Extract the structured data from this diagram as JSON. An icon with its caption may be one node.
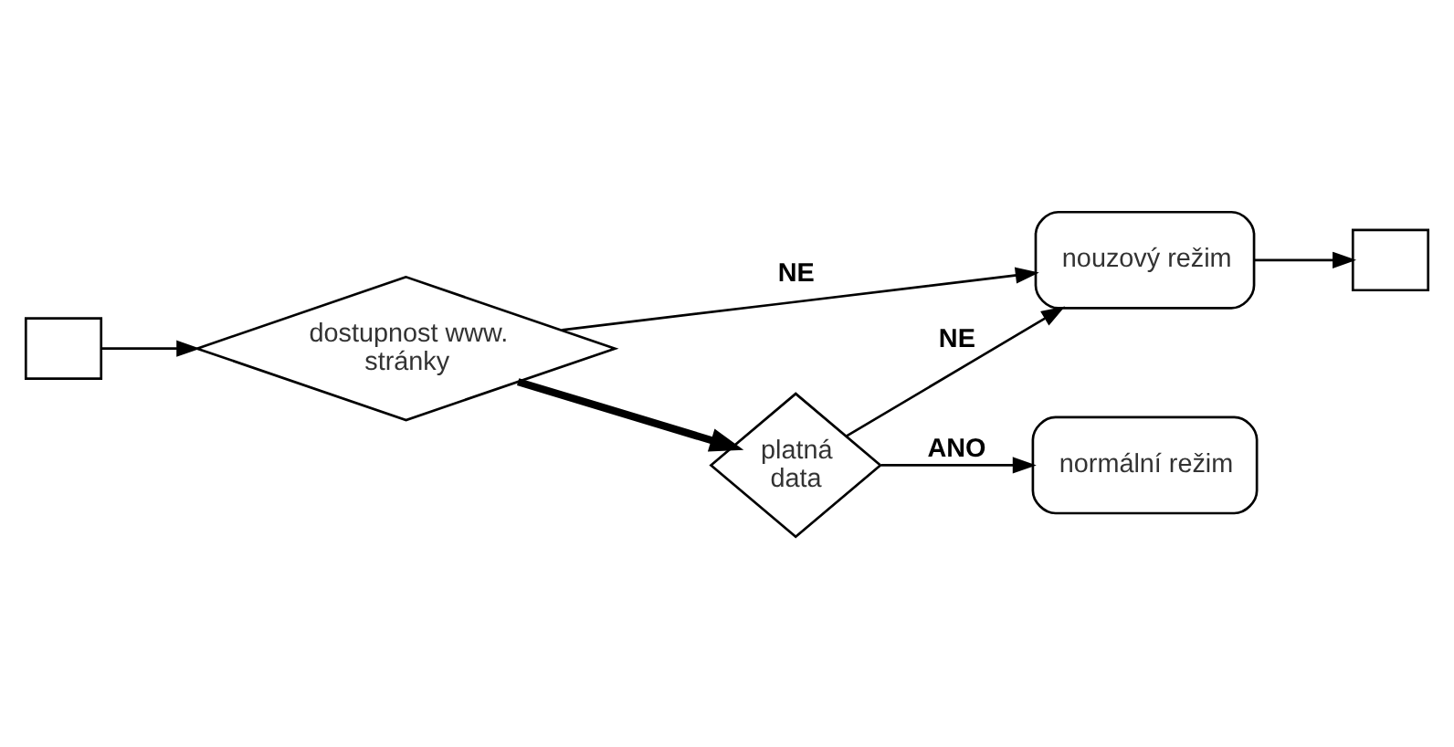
{
  "diagram": {
    "nodes": [
      {
        "text": [],
        "shape": "box"
      },
      {
        "text": [
          "dostupnost www. stránky"
        ]
      },
      {
        "text": [
          "nouzový režim"
        ]
      },
      {
        "text": [],
        "shape": "box"
      },
      {
        "text": [
          "platná data"
        ]
      },
      {
        "text": [
          "normální režim"
        ]
      }
    ],
    "edges": [
      {
        "from": 0,
        "to": 1,
        "arrow": "to"
      },
      {
        "from": 1,
        "to": 2,
        "arrow": "to",
        "label": "NE"
      },
      {
        "from": 1,
        "to": 4,
        "arrow": "to",
        "style": "thick"
      },
      {
        "from": 2,
        "to": 3,
        "arrow": "to"
      },
      {
        "from": 4,
        "to": 5,
        "arrow": "to",
        "label": "ANO"
      },
      {
        "from": 4,
        "to": 2,
        "arrow": "to",
        "label": "NE"
      }
    ]
  }
}
